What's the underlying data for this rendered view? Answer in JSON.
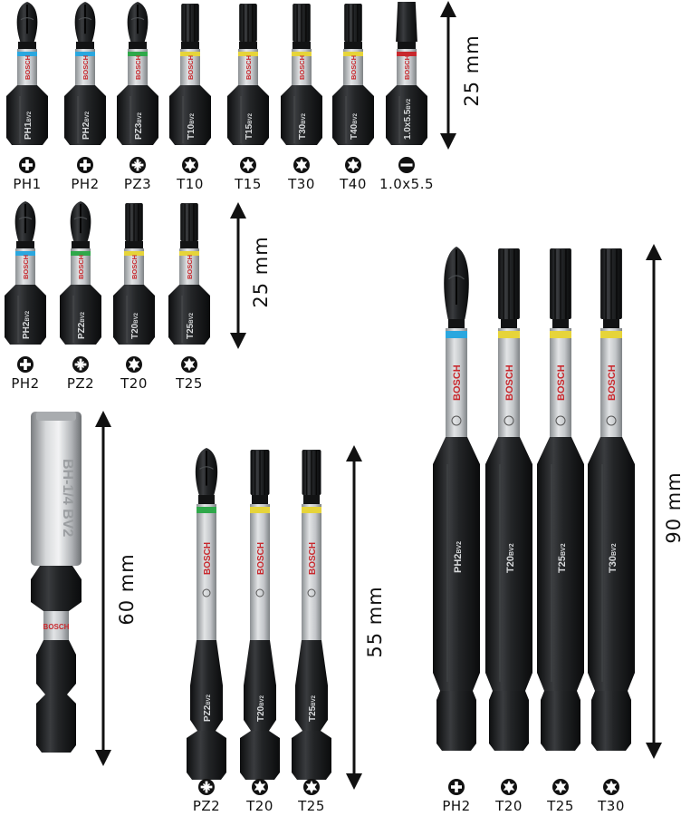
{
  "row1": [
    {
      "label": "PH1",
      "code": "PH1",
      "sub": "BV2",
      "band": "#2aa7df",
      "icon": "phillips-icon",
      "tip": "phillips"
    },
    {
      "label": "PH2",
      "code": "PH2",
      "sub": "BV2",
      "band": "#2aa7df",
      "icon": "phillips-icon",
      "tip": "phillips"
    },
    {
      "label": "PZ3",
      "code": "PZ3",
      "sub": "BV2",
      "band": "#2fa84a",
      "icon": "pozidriv-icon",
      "tip": "pozi"
    },
    {
      "label": "T10",
      "code": "T10",
      "sub": "BV2",
      "band": "#e6d43a",
      "icon": "torx-icon",
      "tip": "torx"
    },
    {
      "label": "T15",
      "code": "T15",
      "sub": "BV2",
      "band": "#e6d43a",
      "icon": "torx-icon",
      "tip": "torx"
    },
    {
      "label": "T30",
      "code": "T30",
      "sub": "BV2",
      "band": "#e6d43a",
      "icon": "torx-icon",
      "tip": "torx"
    },
    {
      "label": "T40",
      "code": "T40",
      "sub": "BV2",
      "band": "#e6d43a",
      "icon": "torx-icon",
      "tip": "torx"
    },
    {
      "label": "1.0x5.5",
      "code": "1.0x5.5",
      "sub": "BV2",
      "band": "#c8282d",
      "icon": "slotted-icon",
      "tip": "slot"
    }
  ],
  "row2": [
    {
      "label": "PH2",
      "code": "PH2",
      "sub": "BV2",
      "band": "#2aa7df",
      "icon": "phillips-icon",
      "tip": "phillips"
    },
    {
      "label": "PZ2",
      "code": "PZ2",
      "sub": "BV2",
      "band": "#2fa84a",
      "icon": "pozidriv-icon",
      "tip": "pozi"
    },
    {
      "label": "T20",
      "code": "T20",
      "sub": "BV2",
      "band": "#e6d43a",
      "icon": "torx-icon",
      "tip": "torx"
    },
    {
      "label": "T25",
      "code": "T25",
      "sub": "BV2",
      "band": "#e6d43a",
      "icon": "torx-icon",
      "tip": "torx"
    }
  ],
  "mid": [
    {
      "label": "PZ2",
      "code": "PZ2",
      "sub": "BV2",
      "band": "#2fa84a",
      "icon": "pozidriv-icon",
      "tip": "pozi"
    },
    {
      "label": "T20",
      "code": "T20",
      "sub": "BV2",
      "band": "#e6d43a",
      "icon": "torx-icon",
      "tip": "torx"
    },
    {
      "label": "T25",
      "code": "T25",
      "sub": "BV2",
      "band": "#e6d43a",
      "icon": "torx-icon",
      "tip": "torx"
    }
  ],
  "long": [
    {
      "label": "PH2",
      "code": "PH2",
      "sub": "BV2",
      "band": "#2aa7df",
      "icon": "phillips-icon",
      "tip": "phillips"
    },
    {
      "label": "T20",
      "code": "T20",
      "sub": "BV2",
      "band": "#e6d43a",
      "icon": "torx-icon",
      "tip": "torx"
    },
    {
      "label": "T25",
      "code": "T25",
      "sub": "BV2",
      "band": "#e6d43a",
      "icon": "torx-icon",
      "tip": "torx"
    },
    {
      "label": "T30",
      "code": "T30",
      "sub": "BV2",
      "band": "#e6d43a",
      "icon": "torx-icon",
      "tip": "torx"
    }
  ],
  "holder": {
    "etch": "BH-1/4 BV2"
  },
  "brand": "BOSCH",
  "dims": {
    "row1": "25 mm",
    "row2": "25 mm",
    "holder": "60 mm",
    "mid": "55 mm",
    "long": "90 mm"
  },
  "colors": {
    "steel": "#1b1c1d",
    "collar": "#b9bcbf",
    "brand_red": "#c8282d"
  }
}
